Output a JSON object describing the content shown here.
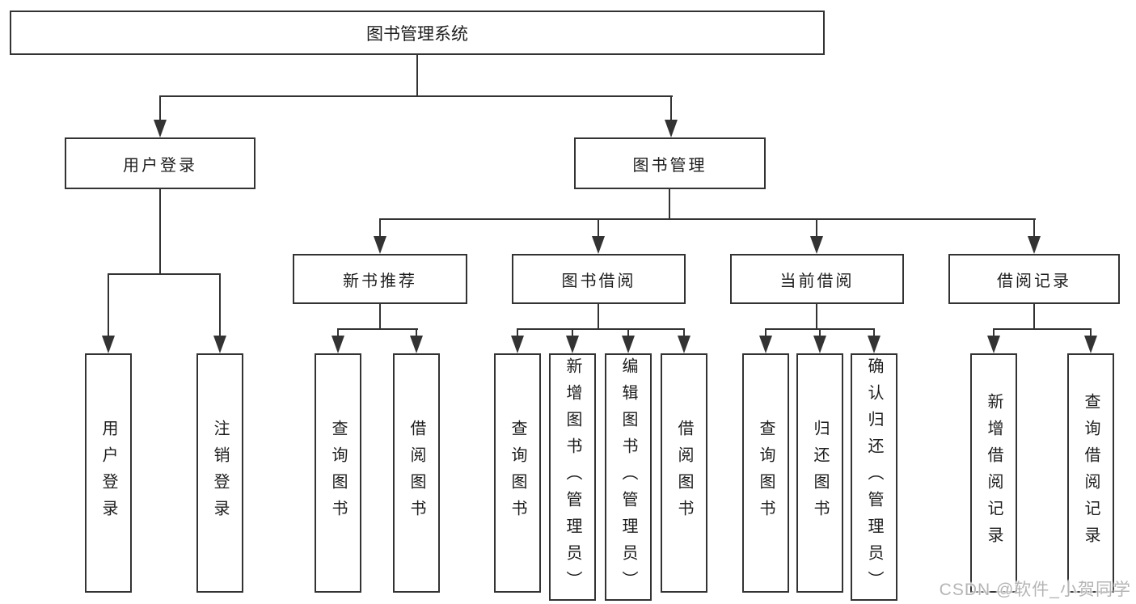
{
  "diagram": {
    "type": "hierarchy-tree",
    "colors": {
      "line": "#333333",
      "box_border": "#333333",
      "text": "#1d1d1d",
      "background": "#ffffff",
      "watermark": "#b5b5b5"
    },
    "root": {
      "label": "图书管理系统",
      "children": [
        {
          "label": "用户登录",
          "children": [
            {
              "label": "用户登录"
            },
            {
              "label": "注销登录"
            }
          ]
        },
        {
          "label": "图书管理",
          "children": [
            {
              "label": "新书推荐",
              "children": [
                {
                  "label": "查询图书"
                },
                {
                  "label": "借阅图书"
                }
              ]
            },
            {
              "label": "图书借阅",
              "children": [
                {
                  "label": "查询图书"
                },
                {
                  "label": "新增图书（管理员）"
                },
                {
                  "label": "编辑图书（管理员）"
                },
                {
                  "label": "借阅图书"
                }
              ]
            },
            {
              "label": "当前借阅",
              "children": [
                {
                  "label": "查询图书"
                },
                {
                  "label": "归还图书"
                },
                {
                  "label": "确认归还（管理员）"
                }
              ]
            },
            {
              "label": "借阅记录",
              "children": [
                {
                  "label": "新增借阅记录"
                },
                {
                  "label": "查询借阅记录"
                }
              ]
            }
          ]
        }
      ]
    }
  },
  "watermark": {
    "text": "CSDN @软件_小贺同学"
  }
}
